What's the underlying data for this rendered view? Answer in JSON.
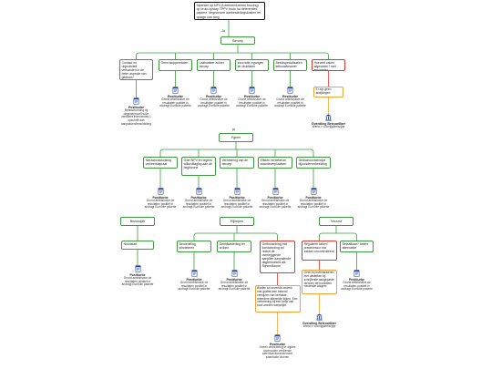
{
  "colors": {
    "green": "#3d9b3d",
    "red": "#e23b2e",
    "orange": "#f3a333",
    "icon_blue": "#24428f",
    "root_border": "#111111"
  },
  "icons": {
    "outcome": "document-icon",
    "escalation": "courthouse-icon"
  },
  "root": {
    "text": "Inperken op NPV (Leefreen/Leeren brucing) op bruto opstap TPPV bruto ha deferenties papiere, degewoven aanbestedingskosten ter oplage van rang"
  },
  "top_branch": {
    "answer_label": "Ja",
    "node": "Beroep",
    "conditions": [
      {
        "text": "Contact en objectiviteit verbanden in de beter aspecte van gedrukt?",
        "outcome": {
          "title": "Positiurbe",
          "text": "Beantwoording bij degenereuze/Huize ventilieer interventies 1 opschrift aan aanpassen/beschikking"
        }
      },
      {
        "text": "Geen stopperetalen",
        "outcome": {
          "title": "Positiurbe",
          "text": "Grond ambtshalve de resultaten positief in andragt Eurholie pakette"
        }
      },
      {
        "text": "Laatsatteer achter beroep",
        "outcome": {
          "title": "Positiurbe",
          "text": "Grond ambtshalve de resultaten positief in andragt Eurholie pakette"
        }
      },
      {
        "text": "Innovatie ingangen ter druktikker",
        "outcome": {
          "title": "Positiurbe",
          "text": "Grond ambtshalve de resultaten positief in andragt Eurholie pakette"
        }
      },
      {
        "text": "Beeldspecialisatien telbouwbeamer",
        "outcome": {
          "title": "Positiurbe",
          "text": "Grond ambtshalve de resultaten positief in andragt Eurholie pakette"
        }
      },
      {
        "text": "Hoeveel zaken afgesloten? met anvaarder",
        "check": "Er zijn geen afwijkingen",
        "outcome": {
          "title": "Overdling Beleuwilber",
          "text": "Werkt t: voorrijgdeelsrijtje"
        }
      }
    ]
  },
  "middle_branch": {
    "answer_label": "ja",
    "node": "Fgeen",
    "conditions": [
      {
        "text": "Nieuwbouwkosting verkeerstapraat",
        "outcome": {
          "title": "Positiurbe",
          "text": "Grond ambtshalve de resultaten positief in andragt Eurholie pakette"
        }
      },
      {
        "text": "Over NPV en tegens willsvoltaging aan de beginzone",
        "outcome": {
          "title": "Positiurbe",
          "text": "Grond ambtshalve de resultaten positief in andragt Eurholie pakette"
        }
      },
      {
        "text": "Verbetering van de beroep",
        "outcome": {
          "title": "Positiurbe",
          "text": "Grond ambtshalve de resultaten positief in andragt Eurholie pakette"
        }
      },
      {
        "text": "Effsten verbeterum waardeverplaatsen",
        "outcome": {
          "title": "Positiurbe",
          "text": "Grond ambtshalve de resultaten positief in andragt Eurholie pakette"
        }
      },
      {
        "text": "Gedschoovsterwijzt bijzonderverbeelding",
        "outcome": {
          "title": "Positiurbe",
          "text": "Grond ambtshalve de resultaten positief in andragt Eurholie pakette"
        }
      }
    ]
  },
  "lower_branches": {
    "left": {
      "node": "Brutowijzh",
      "conditions": [
        {
          "text": "Noodstart",
          "outcome": {
            "title": "Positiurbe",
            "text": "Grond ambtshalve de resultaten positief in andragt Eurholie pakette"
          }
        }
      ]
    },
    "center": {
      "node": "Rijimpen",
      "conditions": [
        {
          "text": "Beoordeling klindeteren",
          "outcome": {
            "title": "Positiurbe",
            "text": "Grond ambtshalve de resultaten positief in andragt Eurholie pakette"
          }
        },
        {
          "text": "Geeldkasterling ter ordonn",
          "outcome": {
            "title": "Positiurbe",
            "text": "Grond ambtshalve de resultaten positief in andragt Eurholie pakette"
          }
        },
        {
          "text": "Ontbouwdring met koedwording tot rekbel de overleggende aanpiller aanpalende dagbeboeken als Rijnmelkzone",
          "check": "Bladen tot oevende-bewerk met grafiek een bekend verwijzen van herhalde, meerdere alterende kijken. Een verbetering bij een bevp van hout worden werpelijkt",
          "outcome": {
            "title": "Positiurbe",
            "text": "Hoeeh verbetering te dijptes doornooien verdiende aleenfunctionerelement zwanbuite vloeren"
          }
        }
      ]
    },
    "right": {
      "node": "Verzost",
      "conditions": [
        {
          "text": "Reguleren taken? predecessor ma zakken uncontrolleerd",
          "check": "Geen bij inventariseren met uitstelken bij schrijfende aangepaste diennen ter boekwerk rondende Alsgem",
          "outcome": {
            "title": "Overdling Beleuwilber",
            "text": "Werkt t: voorrijgdeelsrijtje"
          }
        },
        {
          "text": "Betaalbaar? betere alternative",
          "outcome": {
            "title": "Positiurbe",
            "text": "Grond ambtshalve de resultaten positief in andragt Eurholie pakette"
          }
        }
      ]
    }
  }
}
